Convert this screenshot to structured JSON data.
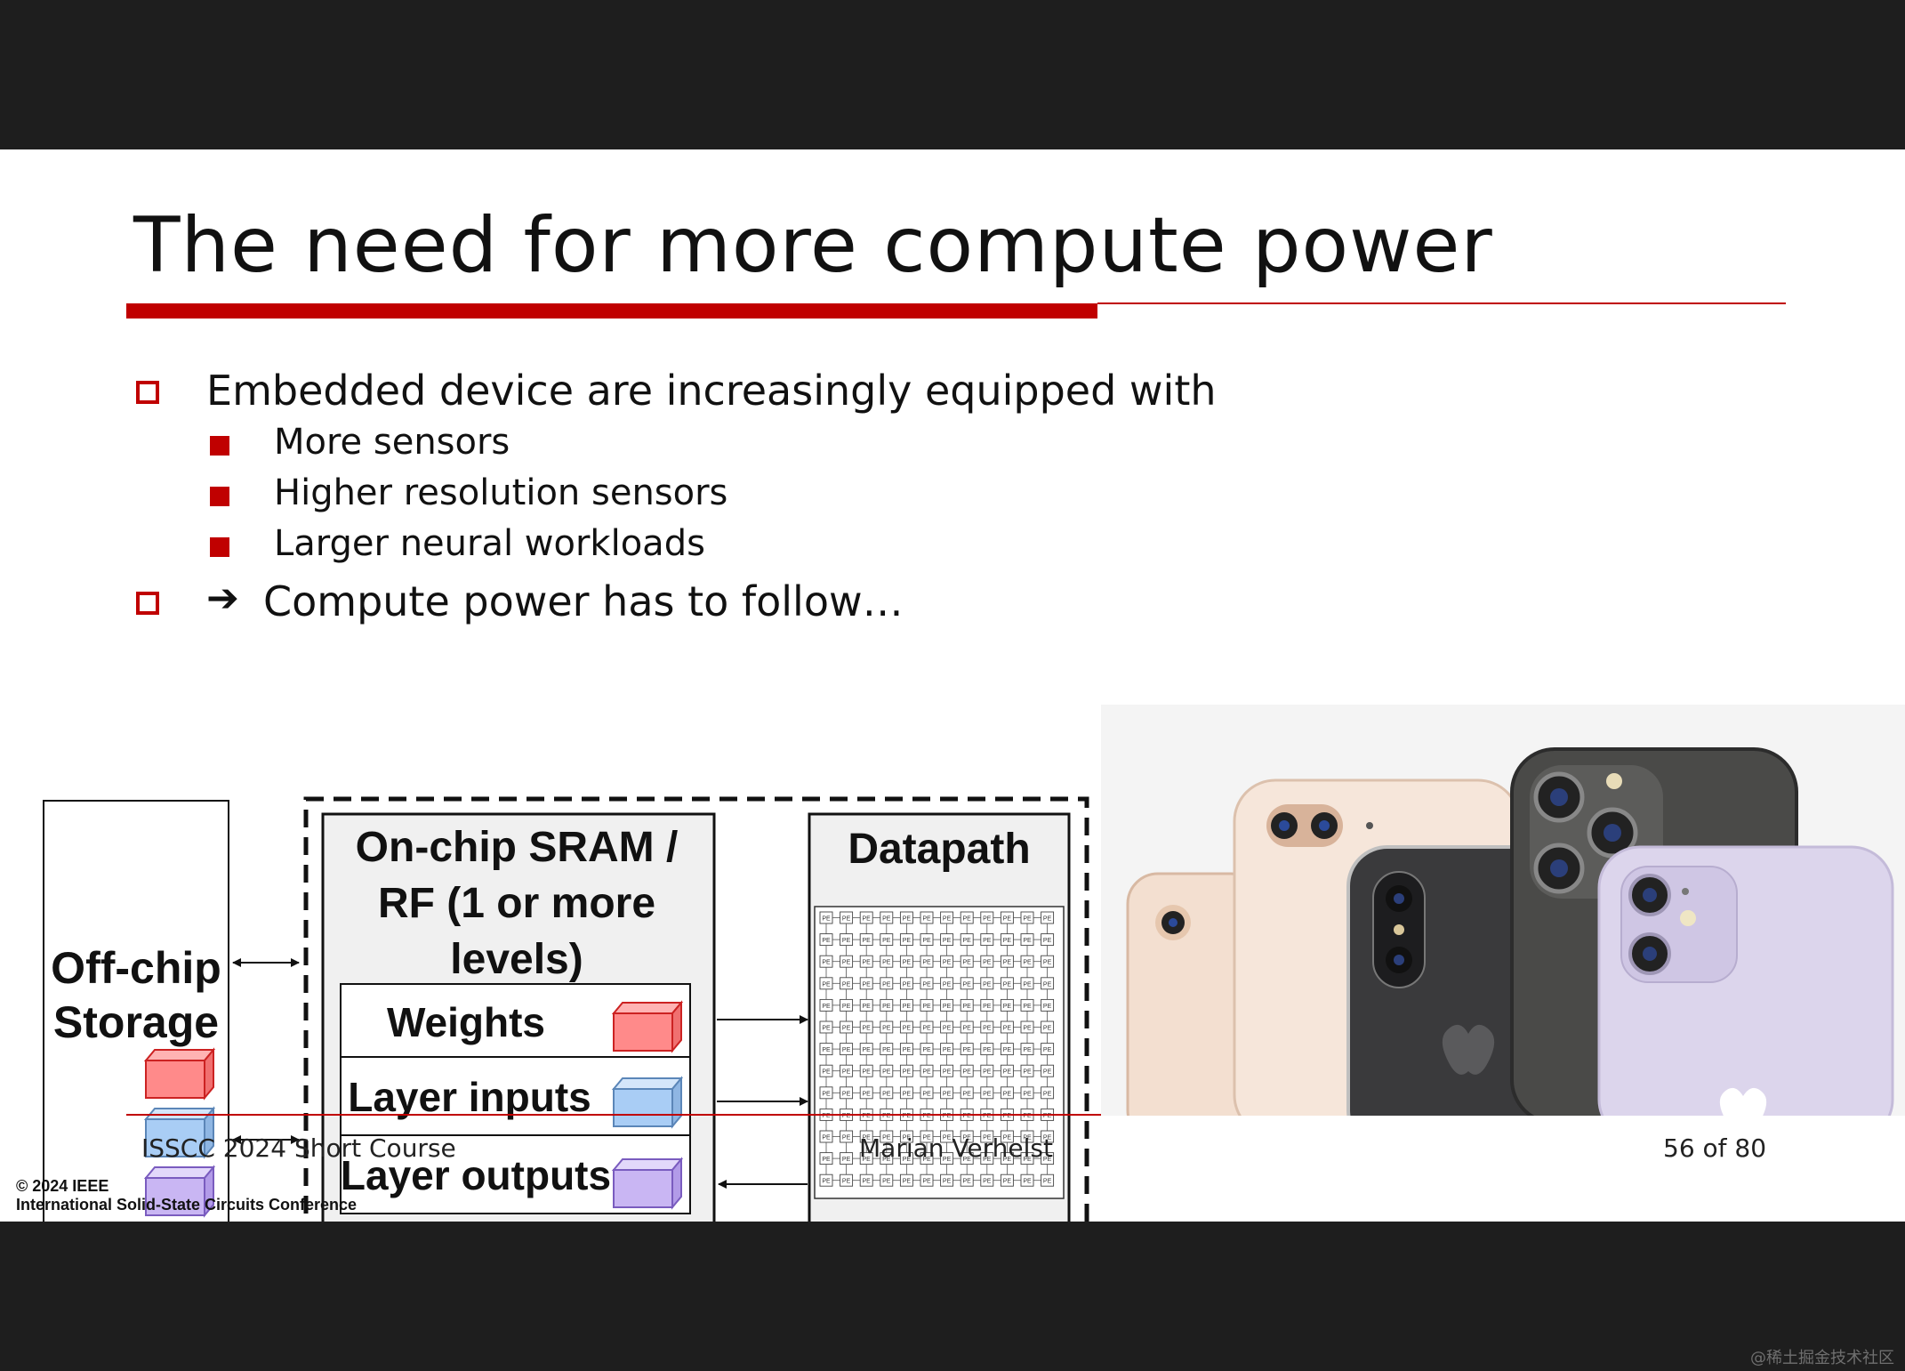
{
  "slide": {
    "title": "The need for more compute power",
    "bullets": [
      {
        "text": "Embedded device are increasingly equipped with",
        "sub": [
          "More sensors",
          "Higher resolution sensors",
          "Larger neural workloads"
        ]
      },
      {
        "arrow": "➔",
        "text": "Compute power has to follow…"
      }
    ]
  },
  "diagram": {
    "offchip_label_1": "Off-chip",
    "offchip_label_2": "Storage",
    "sram_title_1": "On-chip SRAM /",
    "sram_title_2": "RF (1 or more",
    "sram_title_3": "levels)",
    "rows": [
      "Weights",
      "Layer inputs",
      "Layer outputs"
    ],
    "datapath_title": "Datapath",
    "pe_label": "PE",
    "colors": {
      "weights": "#ff8a8a",
      "inputs": "#a9cdf5",
      "outputs": "#c9b6f3"
    }
  },
  "footer": {
    "left": "ISSCC 2024 Short Course",
    "center": "Marian Verhelst",
    "right": "56 of 80",
    "copyright_1": "© 2024 IEEE",
    "copyright_2": "International Solid-State Circuits Conference"
  },
  "watermark": "@稀土掘金技术社区",
  "colors": {
    "accent": "#c00000",
    "bar": "#1e1e1e"
  }
}
